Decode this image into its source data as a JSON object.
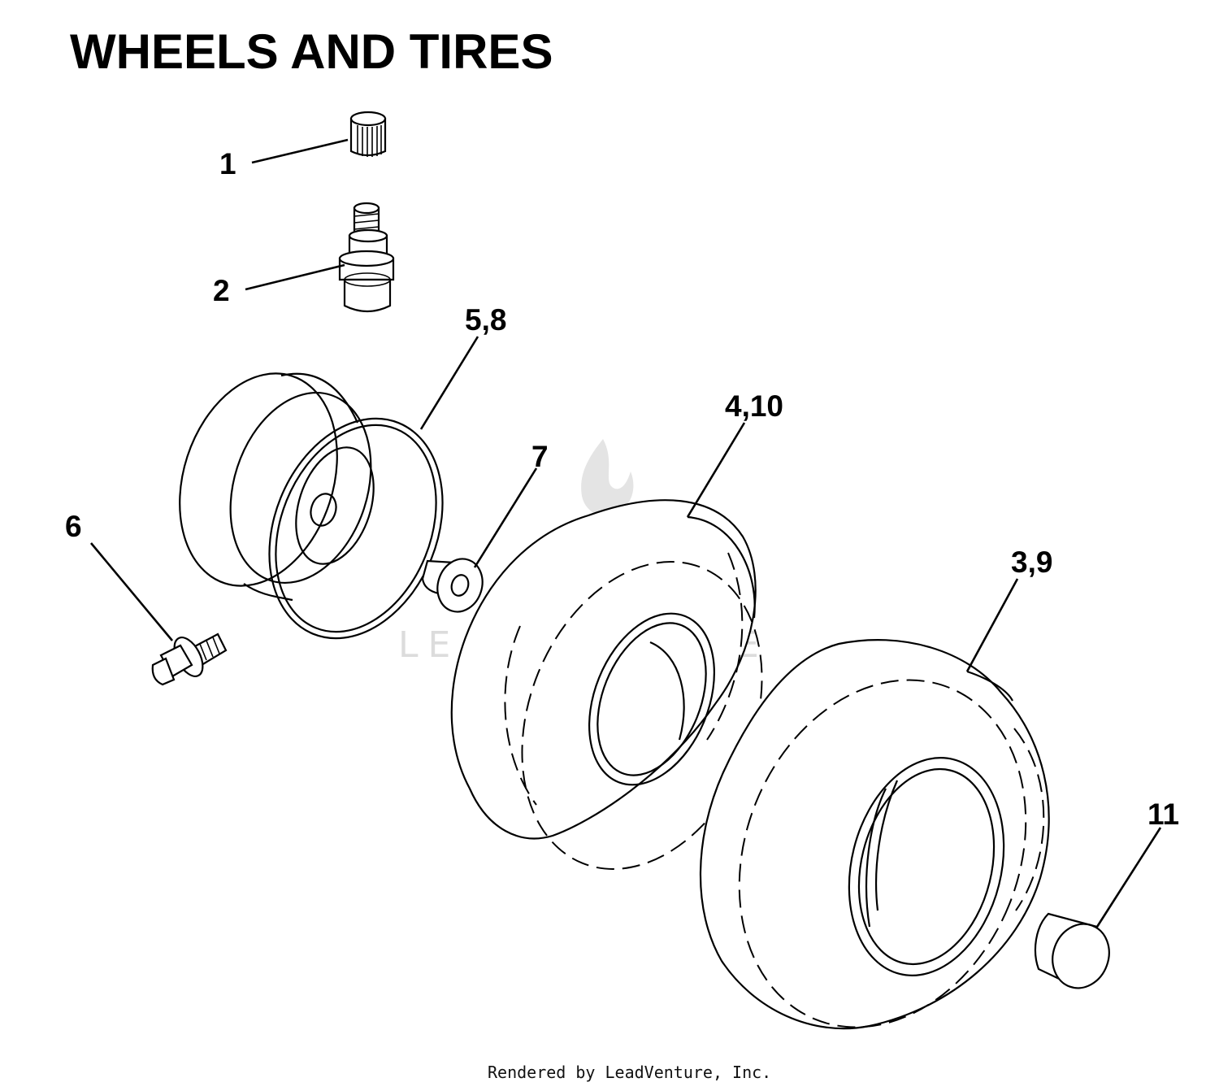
{
  "title": "WHEELS AND TIRES",
  "callouts": [
    "1",
    "2",
    "5,8",
    "4,10",
    "7",
    "6",
    "3,9",
    "11"
  ],
  "watermark": {
    "text": "LEADVENTURE",
    "color": "#dcdcdc"
  },
  "credit": "Rendered by LeadVenture, Inc.",
  "icons": [
    "valve-cap-icon",
    "valve-stem-icon",
    "wheel-rim-icon",
    "grease-fitting-icon",
    "bushing-icon",
    "tire-icon",
    "tire-icon",
    "hub-cap-icon",
    "flame-logo-icon"
  ]
}
